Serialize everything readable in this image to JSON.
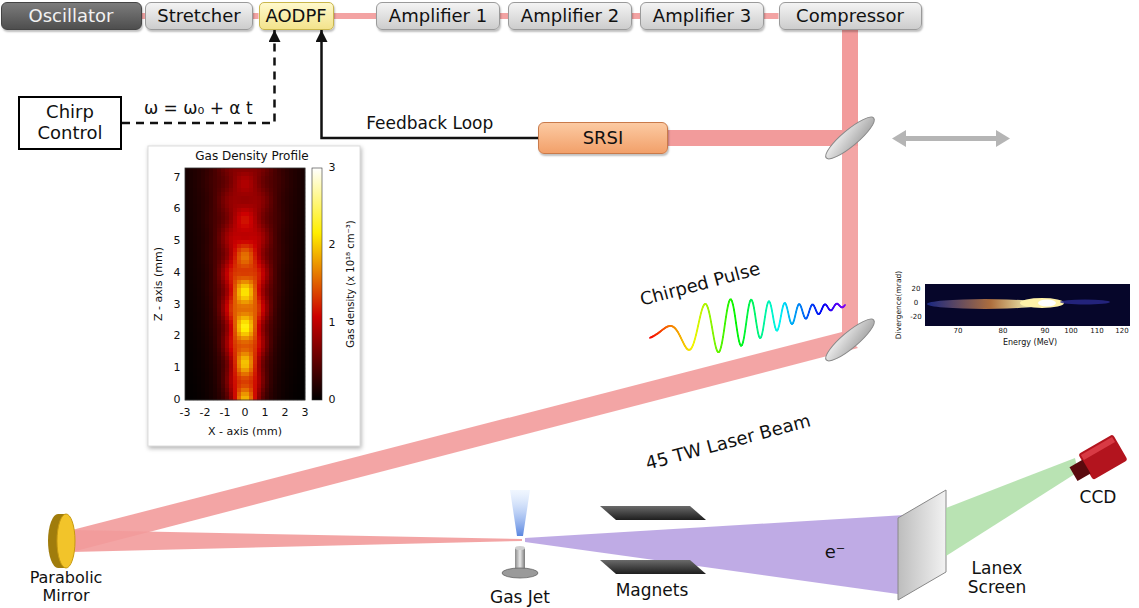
{
  "diagram": {
    "nodes": [
      {
        "text": [
          "Oscillator"
        ]
      },
      {
        "text": [
          "Stretcher"
        ]
      },
      {
        "text": [
          "AODPF"
        ]
      },
      {
        "text": [
          "Amplifier 1"
        ]
      },
      {
        "text": [
          "Amplifier 2"
        ]
      },
      {
        "text": [
          "Amplifier 3"
        ]
      },
      {
        "text": [
          "Compressor"
        ]
      },
      {
        "text": [
          "Chirp Control"
        ]
      },
      {
        "text": [
          "SRSI"
        ]
      }
    ],
    "edges": [
      {
        "from": 0,
        "to": 1,
        "arrow": "none"
      },
      {
        "from": 1,
        "to": 2,
        "arrow": "none"
      },
      {
        "from": 2,
        "to": 3,
        "arrow": "none"
      },
      {
        "from": 3,
        "to": 4,
        "arrow": "none"
      },
      {
        "from": 4,
        "to": 5,
        "arrow": "none"
      },
      {
        "from": 5,
        "to": 6,
        "arrow": "none"
      },
      {
        "from": 7,
        "to": 2,
        "label": "ω = ω₀ + α t",
        "arrow": "to"
      },
      {
        "from": 6,
        "to": 8,
        "arrow": "none"
      },
      {
        "from": 8,
        "to": 2,
        "label": "Feedback Loop",
        "arrow": "to"
      }
    ],
    "labels": [
      "Gas Density Profile",
      "Z - axis (mm)",
      "0",
      "1",
      "2",
      "3",
      "4",
      "5",
      "6",
      "7",
      "X - axis (mm)",
      "-3",
      "-2",
      "-1",
      "0",
      "1",
      "2",
      "3",
      "Gas density (x 10¹⁸ cm⁻³)",
      "0",
      "1",
      "2",
      "3",
      "Chirped Pulse",
      "45 TW Laser Beam",
      "Divergence(mrad)",
      "20",
      "0",
      "-20",
      "Energy (MeV)",
      "70",
      "80",
      "90",
      "100",
      "110",
      "120",
      "Parabolic Mirror",
      "Gas Jet",
      "Magnets",
      "e⁻",
      "Lanex Screen",
      "CCD"
    ]
  }
}
